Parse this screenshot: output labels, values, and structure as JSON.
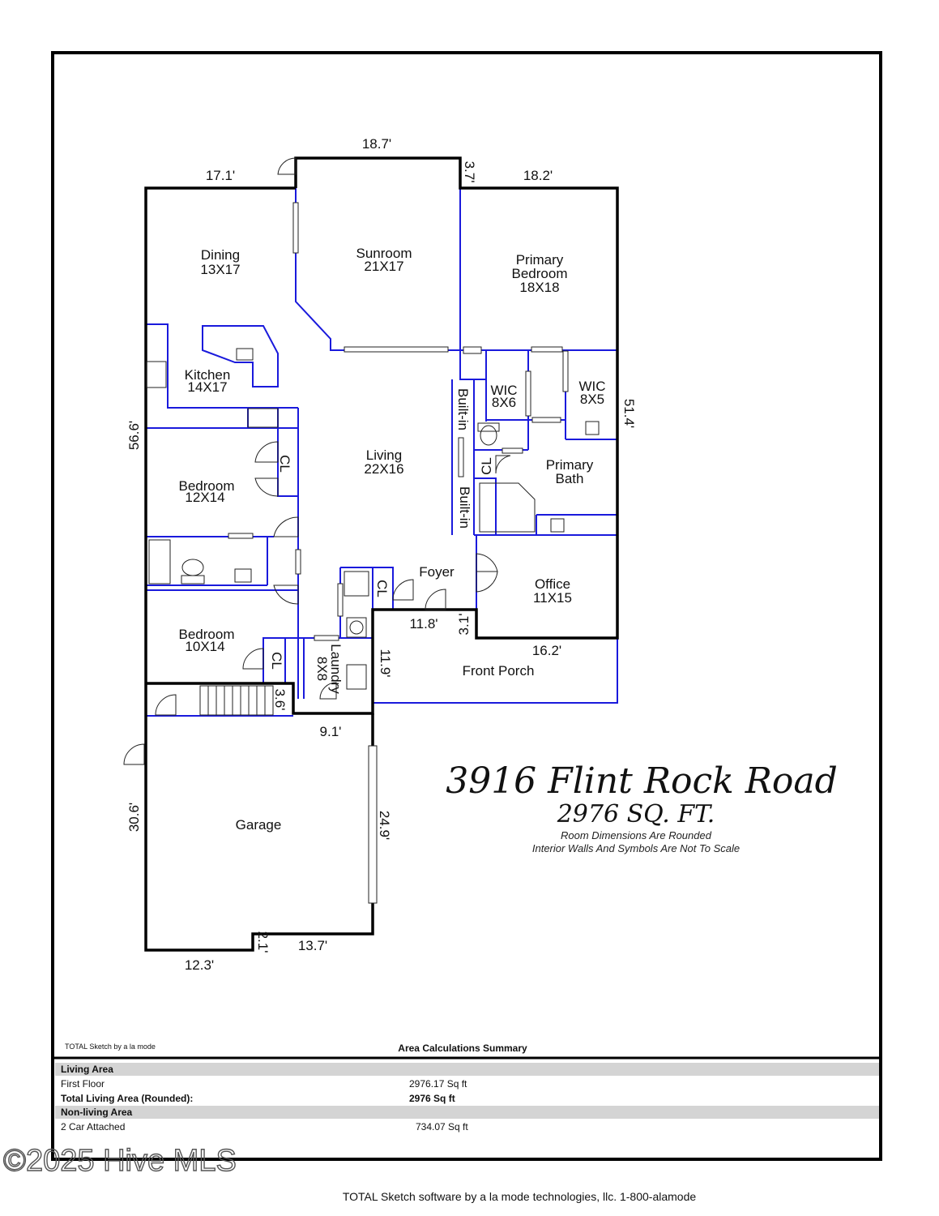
{
  "plan": {
    "address": "3916 Flint Rock Road",
    "sqft": "2976 SQ. FT.",
    "note1": "Room Dimensions Are Rounded",
    "note2": "Interior Walls And Symbols Are Not To Scale",
    "credit_small": "TOTAL Sketch by a la mode",
    "colors": {
      "exterior_wall": "#000000",
      "interior_wall": "#1a1adc"
    },
    "rooms": [
      {
        "name": "Dining",
        "size": "13X17"
      },
      {
        "name": "Sunroom",
        "size": "21X17"
      },
      {
        "name": "Primary",
        "name2": "Bedroom",
        "size": "18X18"
      },
      {
        "name": "Kitchen",
        "size": "14X17"
      },
      {
        "name": "WIC",
        "size": "8X6"
      },
      {
        "name": "WIC",
        "size": "8X5"
      },
      {
        "name": "Living",
        "size": "22X16"
      },
      {
        "name": "Primary",
        "size": "Bath"
      },
      {
        "name": "Bedroom",
        "size": "12X14"
      },
      {
        "name": "Foyer"
      },
      {
        "name": "Office",
        "size": "11X15"
      },
      {
        "name": "Bedroom",
        "size": "10X14"
      },
      {
        "name": "Front Porch"
      },
      {
        "name": "Garage"
      },
      {
        "name": "Laundry",
        "size": "8X8"
      }
    ],
    "closets": [
      "CL",
      "CL",
      "CL",
      "CL"
    ],
    "builtins": [
      "Built-in",
      "Built-in"
    ],
    "dimensions": [
      "18.7'",
      "17.1'",
      "3.7'",
      "18.2'",
      "56.6'",
      "51.4'",
      "11.8'",
      "3.1'",
      "16.2'",
      "11.9'",
      "3.6'",
      "9.1'",
      "30.6'",
      "24.9'",
      "2.1'",
      "13.7'",
      "12.3'"
    ]
  },
  "summary": {
    "title": "Area Calculations Summary",
    "sections": [
      {
        "header": "Living Area",
        "rows": [
          {
            "label": "First Floor",
            "value": "2976.17 Sq ft",
            "bold": false
          },
          {
            "label": "Total Living Area (Rounded):",
            "value": "2976 Sq ft",
            "bold": true
          }
        ]
      },
      {
        "header": "Non-living Area",
        "rows": [
          {
            "label": "2 Car Attached",
            "value": "734.07 Sq ft",
            "bold": false
          }
        ]
      }
    ]
  },
  "watermark": "©2025 Hive MLS",
  "footer": "TOTAL Sketch software by a la mode technologies, llc. 1-800-alamode"
}
